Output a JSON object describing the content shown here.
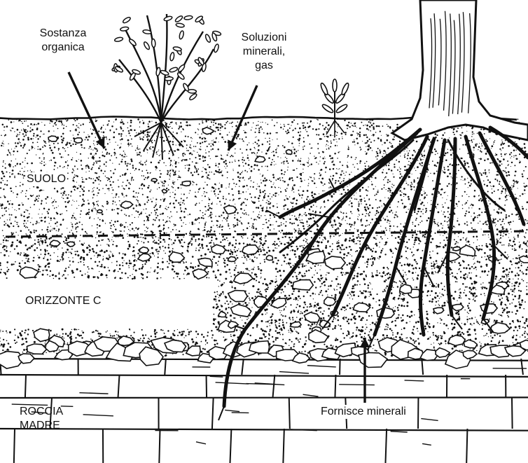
{
  "labels": {
    "organic": [
      "Sostanza",
      "organica"
    ],
    "minerals": [
      "Soluzioni",
      "minerali,",
      "gas"
    ],
    "soil": "SUOLO",
    "horizon_c": "ORIZZONTE C",
    "bedrock": [
      "ROCCIA",
      "MADRE"
    ],
    "supplies": "Fornisce minerali"
  },
  "colors": {
    "ink": "#111111",
    "paper": "#ffffff"
  }
}
